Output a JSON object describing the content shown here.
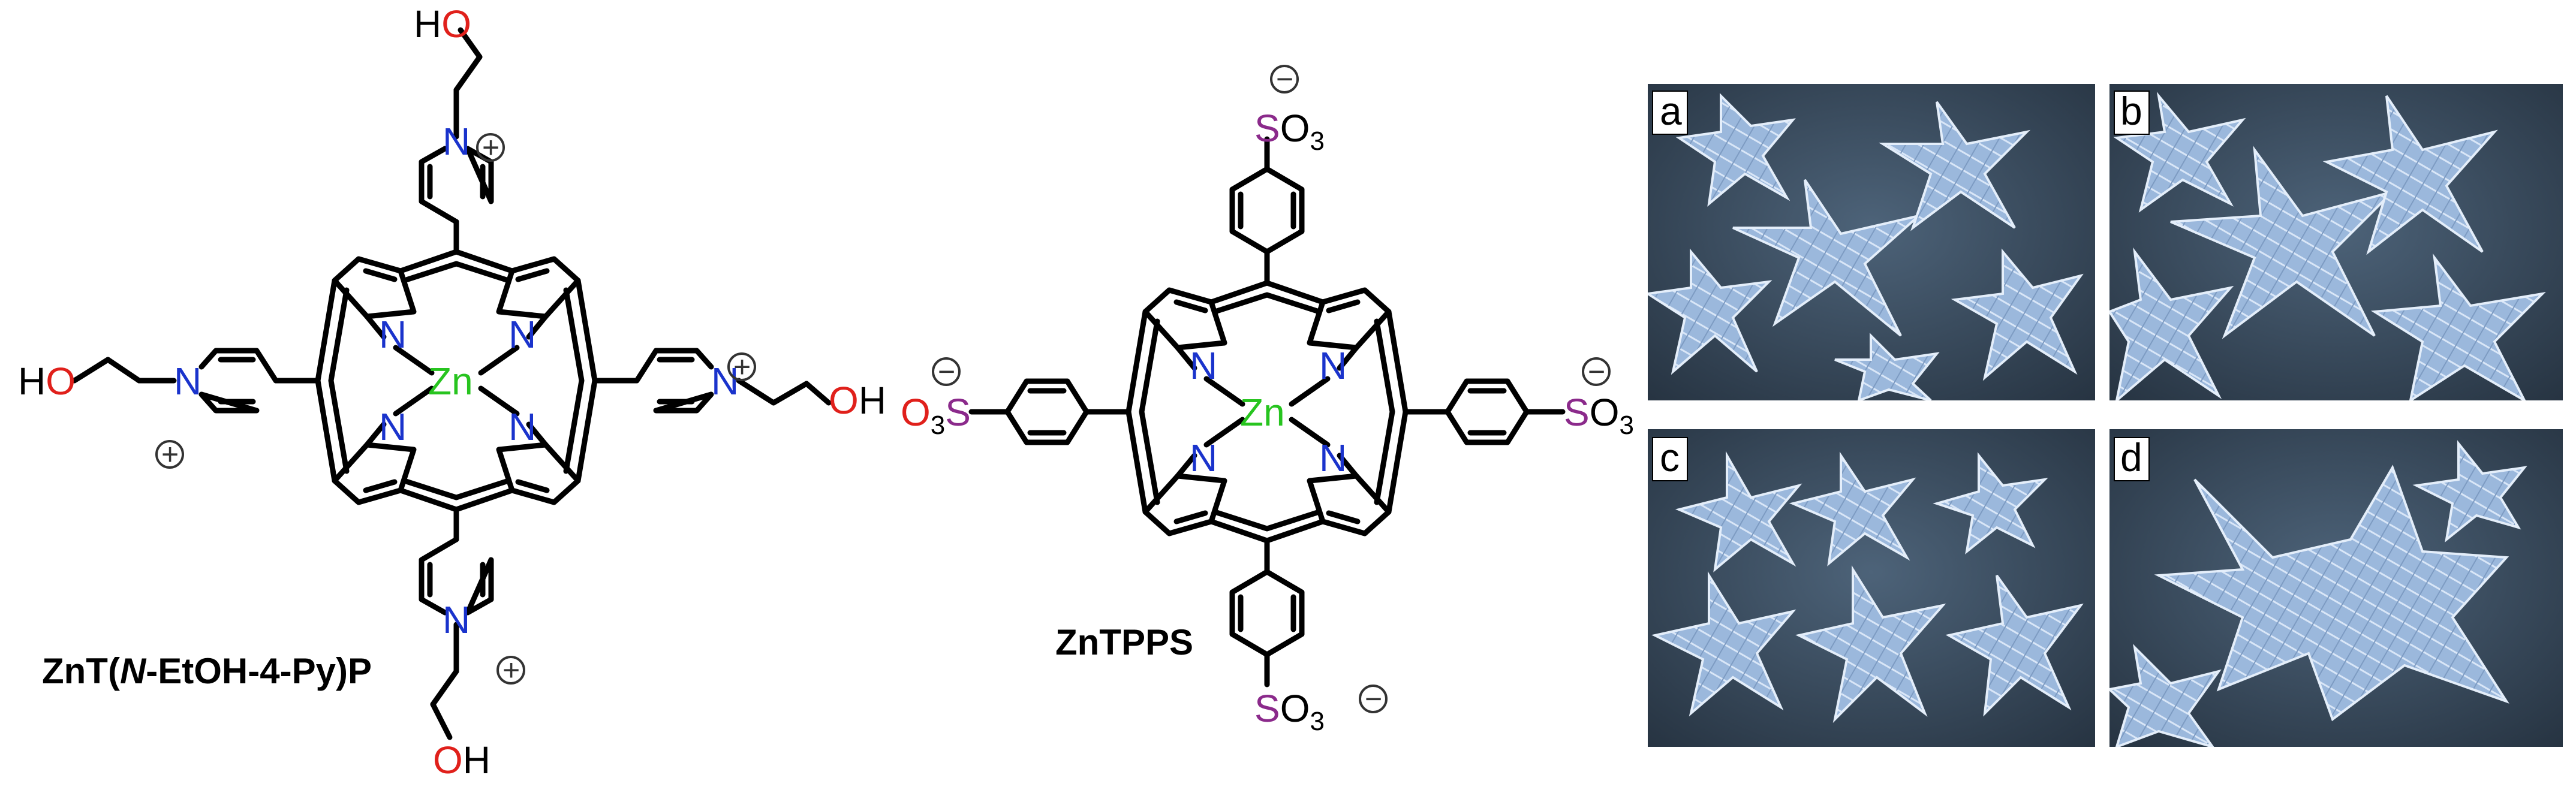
{
  "compounds": {
    "left": {
      "name_prefix": "ZnT(",
      "name_italic": "N",
      "name_suffix": "-EtOH-4-Py)P",
      "metal": "Zn",
      "nitrogen": "N",
      "oxygen": "O",
      "hydrogen": "H",
      "hydroxyl_label": "OH",
      "charge": "+"
    },
    "middle": {
      "name": "ZnTPPS",
      "metal": "Zn",
      "nitrogen": "N",
      "sulfur": "S",
      "oxygen": "O",
      "subscript": "3",
      "charge": "−"
    }
  },
  "micrographs": [
    {
      "label": "a"
    },
    {
      "label": "b"
    },
    {
      "label": "c"
    },
    {
      "label": "d"
    }
  ],
  "colors": {
    "bond": "#000000",
    "nitrogen": "#1a33cc",
    "oxygen": "#e0201b",
    "zinc": "#27c41f",
    "sulfur": "#8b2a8b",
    "micrograph_bg": "#3b4e60",
    "crystal": "#a8c4e6",
    "crystal_edge": "#e4eefa"
  }
}
